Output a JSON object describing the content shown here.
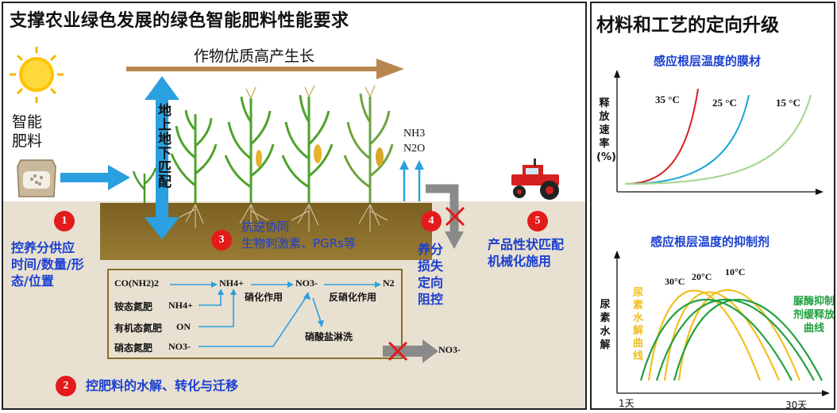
{
  "left_panel": {
    "title": "支撑农业绿色发展的绿色智能肥料性能要求",
    "growth_label": "作物优质高产生长",
    "fertilizer_label_1": "智能",
    "fertilizer_label_2": "肥料",
    "vertical_arrow_label": "地上地下匹配",
    "gas_nh3": "NH3",
    "gas_n2o": "N2O",
    "points": [
      {
        "num": "1",
        "lines": [
          "控养分供应",
          "时间/数量/形",
          "态/位置"
        ]
      },
      {
        "num": "2",
        "lines": [
          "控肥料的水解、转化与迁移"
        ]
      },
      {
        "num": "3",
        "lines": [
          "抗逆协同",
          "生物刺激素、PGRs等"
        ]
      },
      {
        "num": "4",
        "lines": [
          "养分",
          "损失",
          "定向",
          "阻控"
        ]
      },
      {
        "num": "5",
        "lines": [
          "产品性状匹配",
          "机械化施用"
        ]
      }
    ],
    "process": {
      "urea": "CO(NH2)2",
      "nh4": "NH4+",
      "no3": "NO3-",
      "n2": "N2",
      "nitrification": "硝化作用",
      "denitrification": "反硝化作用",
      "ammonium_fert": "铵态氮肥",
      "ammonium_ion": "NH4+",
      "organic_fert": "有机态氮肥",
      "organic_on": "ON",
      "nitrate_fert": "硝态氮肥",
      "nitrate_ion": "NO3-",
      "leaching": "硝酸盐淋洗",
      "leach_out": "NO3-"
    }
  },
  "right_panel": {
    "title": "材料和工艺的定向升级",
    "membrane_title": "感应根层温度的膜材",
    "inhibitor_title": "感应根层温度的抑制剂",
    "chart1_ylabel": "释放速率(%)",
    "chart2_ylabel": "尿素水解",
    "chart2_curve_label": "尿素水解曲线",
    "chart2_inhibitor_label": "脲酶抑制剂缓释放曲线",
    "chart2_x_start": "1天",
    "chart2_x_end": "30天"
  },
  "chart_data": [
    {
      "type": "line",
      "title": "感应根层温度的膜材",
      "ylabel": "释放速率(%)",
      "series": [
        {
          "name": "35 °C",
          "color": "#d62020"
        },
        {
          "name": "25 °C",
          "color": "#1aa3d9"
        },
        {
          "name": "15 °C",
          "color": "#a8d890"
        }
      ]
    },
    {
      "type": "line",
      "title": "感应根层温度的抑制剂",
      "ylabel": "尿素水解",
      "x_range_labels": [
        "1天",
        "30天"
      ],
      "series": [
        {
          "name": "30°C",
          "color": "#f0c020"
        },
        {
          "name": "20°C",
          "color": "#f0c020"
        },
        {
          "name": "10°C",
          "color": "#f0c020"
        },
        {
          "name": "脲酶抑制剂缓释放曲线",
          "color": "#22a040"
        }
      ]
    }
  ],
  "colors": {
    "blue_accent": "#1a3fd0",
    "badge_red": "#e31b1b",
    "soil": "#e8e0d0",
    "soil_dark": "#8a6d2a",
    "arrow_blue": "#2aa0e0",
    "arrow_brown": "#b8864e"
  }
}
